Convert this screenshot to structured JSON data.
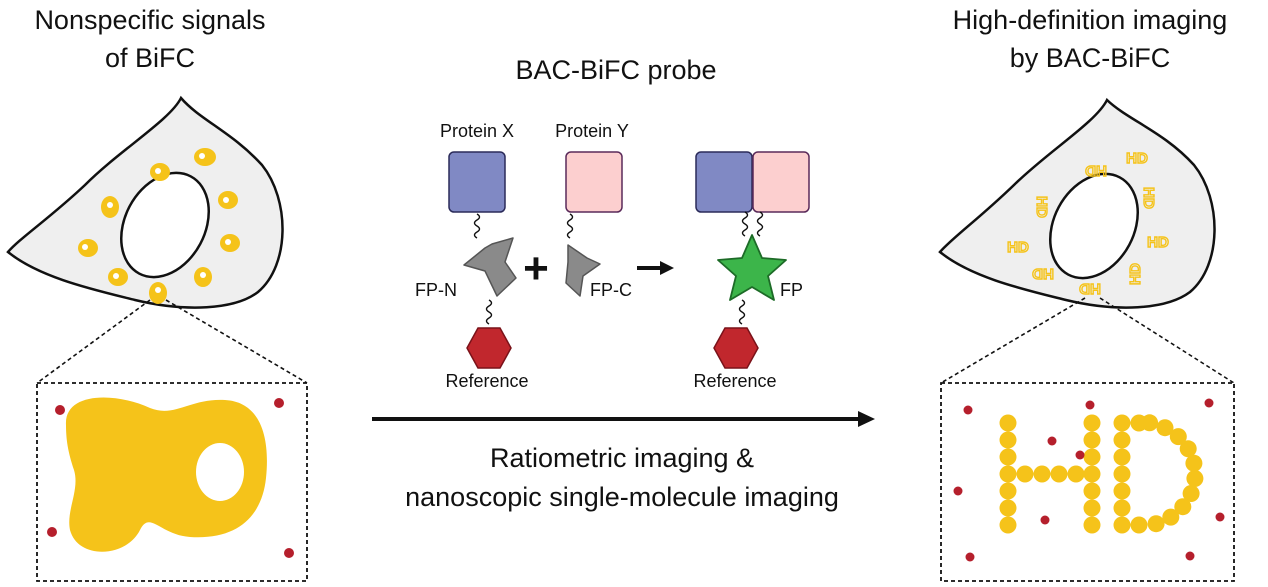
{
  "left_panel": {
    "title_line1": "Nonspecific signals",
    "title_line2": "of BiFC"
  },
  "center_panel": {
    "title": "BAC-BiFC probe",
    "protein_x_label": "Protein X",
    "protein_y_label": "Protein Y",
    "fp_n_label": "FP-N",
    "fp_c_label": "FP-C",
    "fp_label": "FP",
    "reference_label_left": "Reference",
    "reference_label_right": "Reference",
    "plus_symbol": "+",
    "caption_line1": "Ratiometric imaging &",
    "caption_line2": "nanoscopic single-molecule imaging"
  },
  "right_panel": {
    "title_line1": "High-definition imaging",
    "title_line2": "by BAC-BiFC",
    "hd_text": "HD"
  },
  "colors": {
    "yellow": "#f5c31a",
    "cell_fill": "#efefef",
    "protein_x": "#8089c4",
    "protein_y": "#fccfcf",
    "fp_fragment": "#8a8a8a",
    "fp_complete": "#3cb54a",
    "reference": "#c1272d",
    "dot_red": "#b51f2c"
  }
}
